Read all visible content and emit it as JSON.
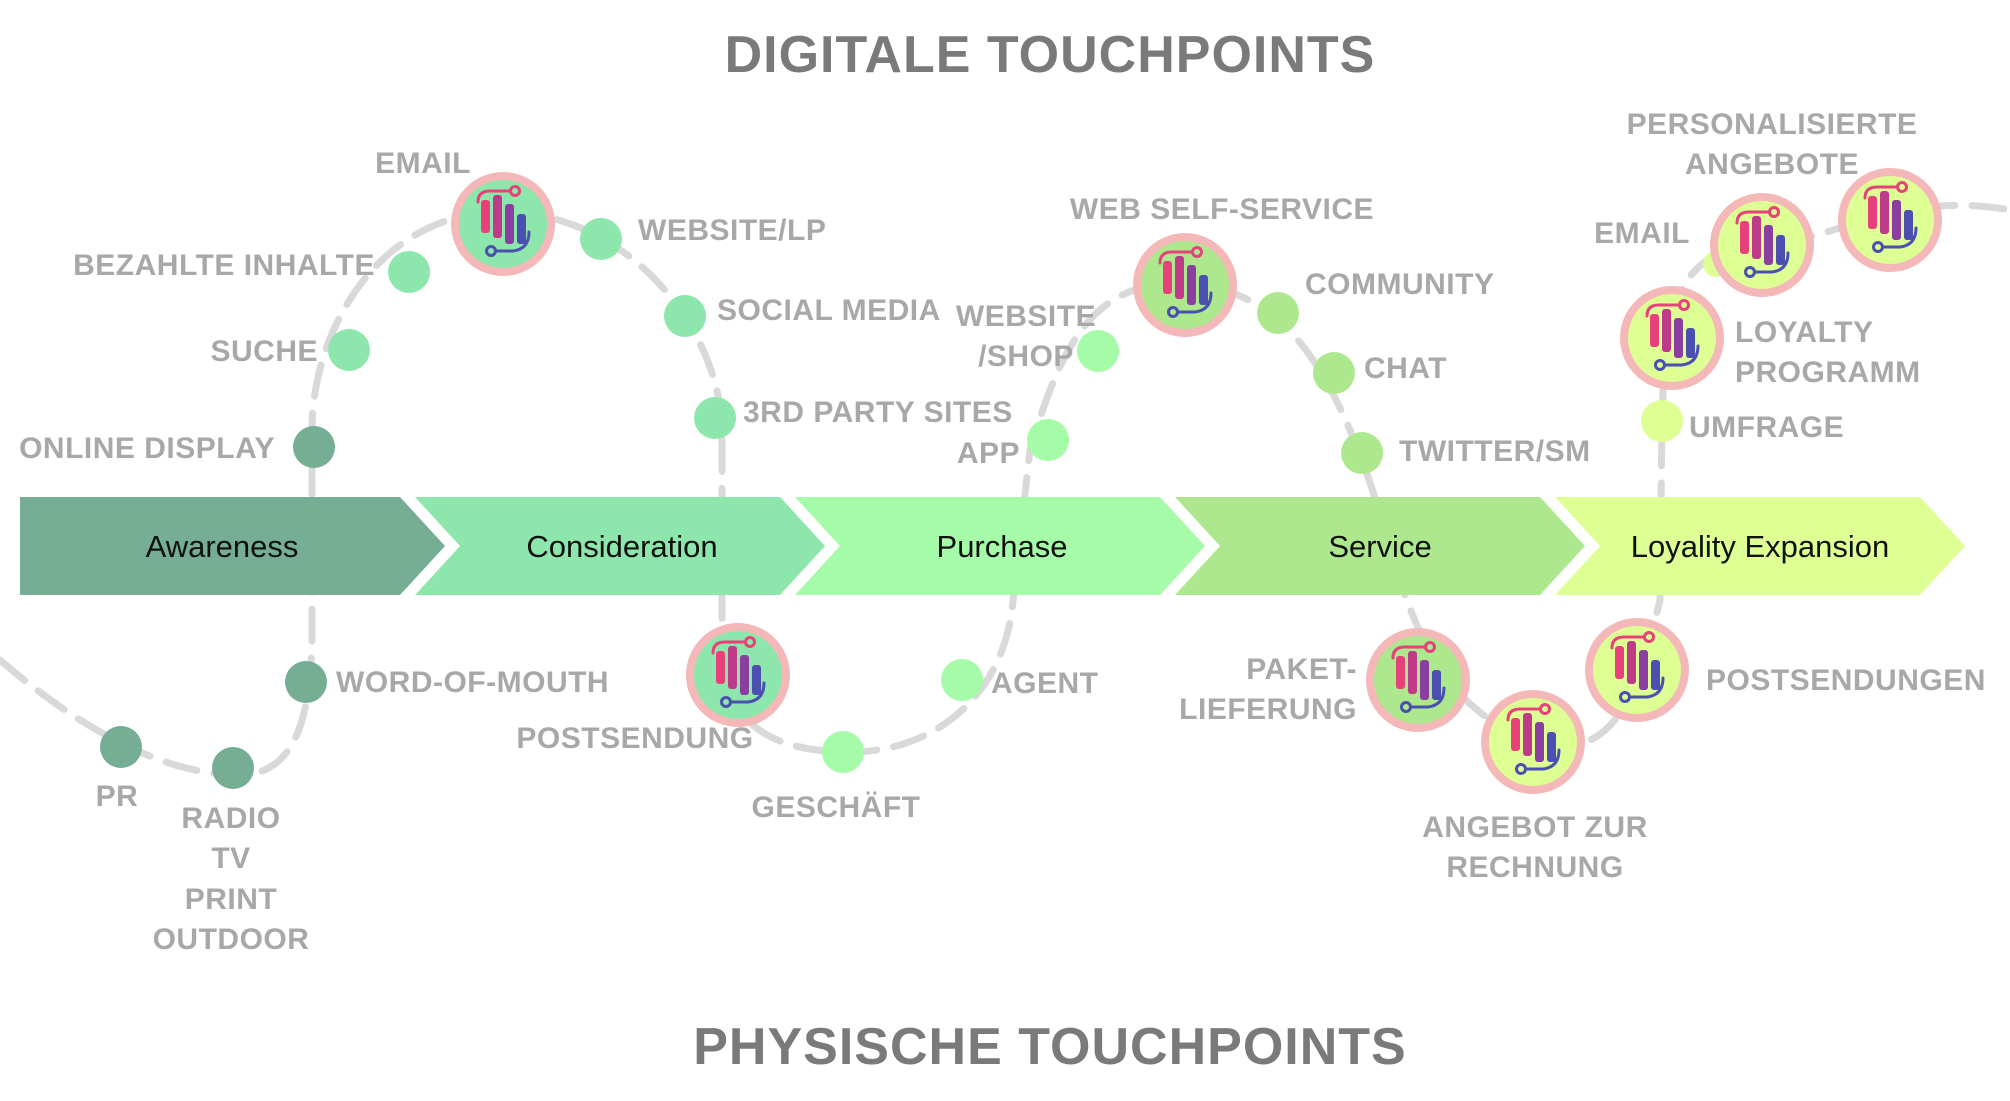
{
  "titles": {
    "digital": "DIGITALE TOUCHPOINTS",
    "physical": "PHYSISCHE TOUCHPOINTS"
  },
  "colors": {
    "awareness": "#76ad95",
    "consideration": "#8de6ab",
    "purchase": "#a6fba8",
    "service": "#ade88f",
    "loyality": "#deff93",
    "label_gray": "#a8a8a8",
    "title_gray": "#7a7a7a",
    "curve_gray": "#d9d9d9",
    "icon_ring": "#f4b8b8"
  },
  "stages": [
    {
      "label": "Awareness"
    },
    {
      "label": "Consideration"
    },
    {
      "label": "Purchase"
    },
    {
      "label": "Service"
    },
    {
      "label": "Loyality Expansion"
    }
  ],
  "touchpoints": {
    "awareness": {
      "email": "EMAIL",
      "bezahlte_inhalte": "BEZAHLTE INHALTE",
      "suche": "SUCHE",
      "online_display": "ONLINE DISPLAY",
      "word_of_mouth": "WORD-OF-MOUTH",
      "pr": "PR",
      "radio": "RADIO",
      "tv": "TV",
      "print": "PRINT",
      "outdoor": "OUTDOOR"
    },
    "consideration": {
      "website_lp": "WEBSITE/LP",
      "social_media": "SOCIAL MEDIA",
      "third_party_sites": "3RD PARTY SITES",
      "postsendung": "POSTSENDUNG",
      "geschaeft": "GESCHÄFT"
    },
    "purchase": {
      "website_shop_1": "WEBSITE",
      "website_shop_2": "/SHOP",
      "app": "APP",
      "agent": "AGENT",
      "web_self_service": "WEB SELF-SERVICE"
    },
    "service": {
      "community": "COMMUNITY",
      "chat": "CHAT",
      "twitter_sm": "TWITTER/SM",
      "paket_1": "PAKET-",
      "paket_2": "LIEFERUNG",
      "angebot_1": "ANGEBOT ZUR",
      "angebot_2": "RECHNUNG"
    },
    "loyality": {
      "personalisierte_1": "PERSONALISIERTE",
      "personalisierte_2": "ANGEBOTE",
      "email": "EMAIL",
      "loyalty_1": "LOYALTY",
      "loyalty_2": "PROGRAMM",
      "umfrage": "UMFRAGE",
      "postsendungen": "POSTSENDUNGEN"
    }
  }
}
